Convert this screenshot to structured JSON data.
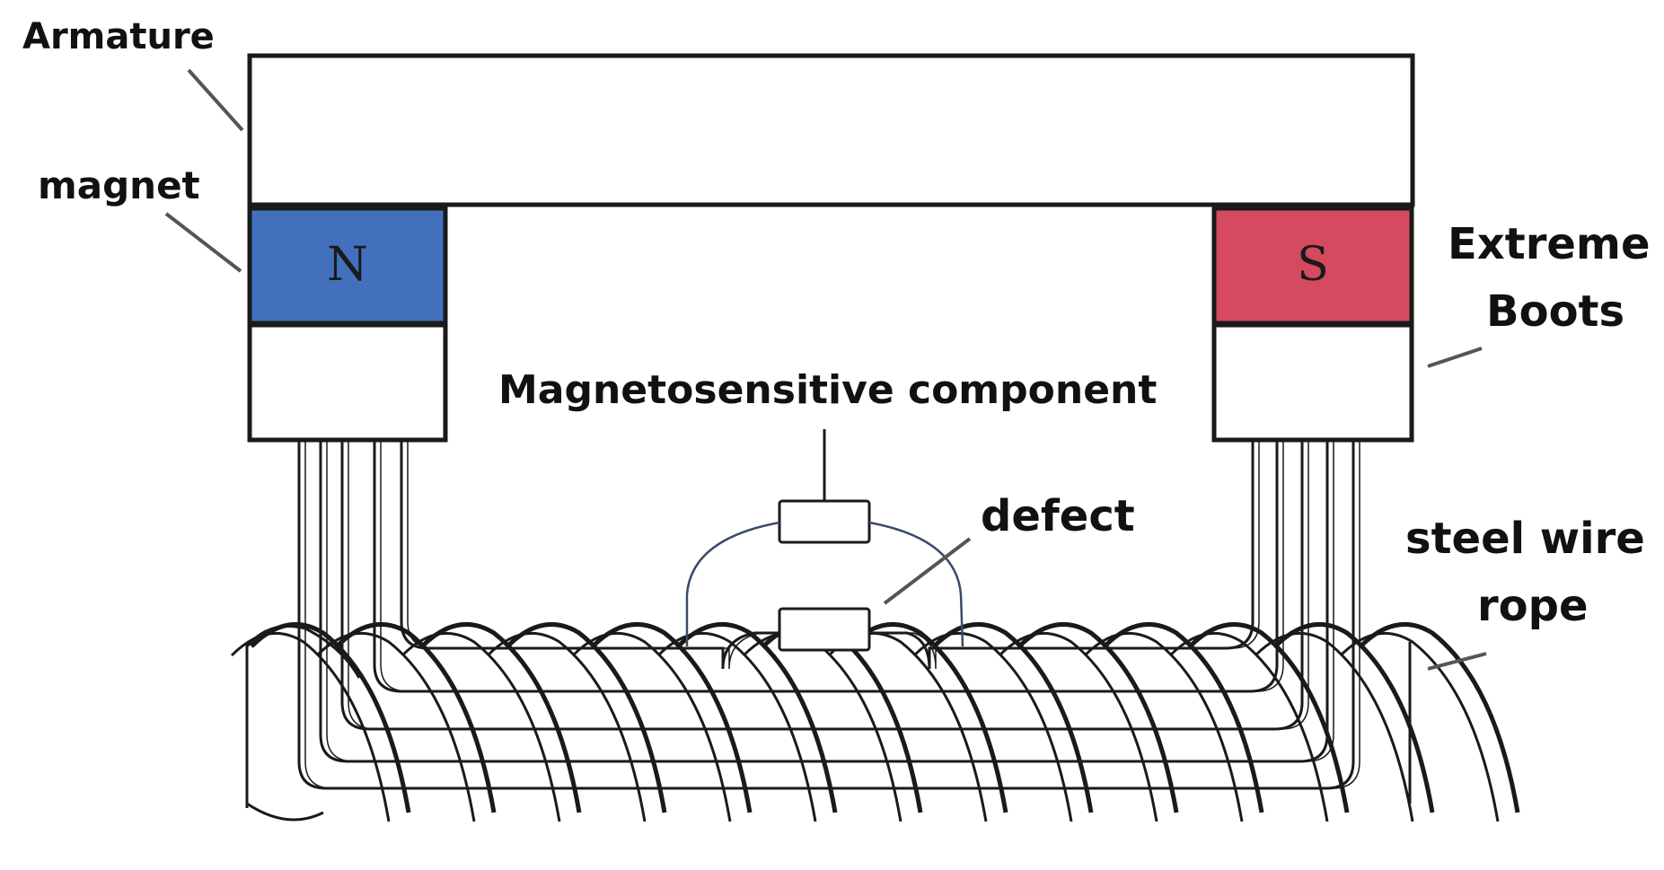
{
  "labels": {
    "armature": "Armature",
    "magnet": "magnet",
    "extreme_boots_line1": "Extreme",
    "extreme_boots_line2": "Boots",
    "magnetosensitive": "Magnetosensitive component",
    "defect": "defect",
    "rope_line1": "steel wire",
    "rope_line2": "rope"
  },
  "poles": {
    "north": "N",
    "south": "S"
  },
  "colors": {
    "north_pole": "#4270bd",
    "south_pole": "#d54a5e",
    "armature": "#ffffff",
    "outline": "#1a1a1a",
    "leader_line": "#555555"
  }
}
